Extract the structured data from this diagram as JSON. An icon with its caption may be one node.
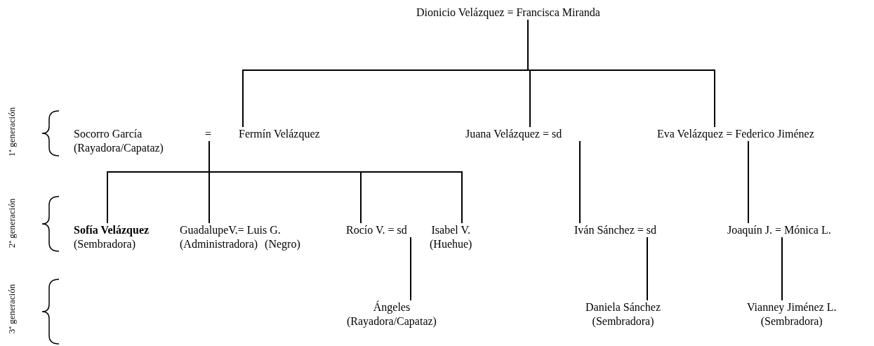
{
  "diagram": {
    "nodes": [
      {
        "text": [
          "Dionicio Velázquez = Francisca Miranda"
        ]
      },
      {
        "text": [
          "Socorro García",
          "(Rayadora/Capataz)"
        ]
      },
      {
        "text": [
          "="
        ]
      },
      {
        "text": [
          "Fermín Velázquez"
        ]
      },
      {
        "text": [
          "Juana Velázquez = sd"
        ]
      },
      {
        "text": [
          "Eva Velázquez = Federico Jiménez"
        ]
      },
      {
        "text": [
          "Sofía Velázquez",
          "(Sembradora)"
        ]
      },
      {
        "text": [
          "GuadalupeV.= Luis G.",
          "(Administradora)",
          "(Negro)"
        ]
      },
      {
        "text": [
          "Rocío V. = sd"
        ]
      },
      {
        "text": [
          "Isabel V.",
          "(Huehue)"
        ]
      },
      {
        "text": [
          "Iván Sánchez = sd"
        ]
      },
      {
        "text": [
          "Joaquín J. = Mónica L."
        ]
      },
      {
        "text": [
          "Ángeles",
          "(Rayadora/Capataz)"
        ]
      },
      {
        "text": [
          "Daniela Sánchez",
          "(Sembradora)"
        ]
      },
      {
        "text": [
          "Vianney Jiménez L.",
          "(Sembradora)"
        ]
      }
    ],
    "edges": [
      {
        "from": 0,
        "to": 3,
        "arrow": "none"
      },
      {
        "from": 0,
        "to": 4,
        "arrow": "none"
      },
      {
        "from": 0,
        "to": 5,
        "arrow": "none"
      },
      {
        "from": 2,
        "to": 6,
        "arrow": "none"
      },
      {
        "from": 2,
        "to": 7,
        "arrow": "none"
      },
      {
        "from": 2,
        "to": 8,
        "arrow": "none"
      },
      {
        "from": 2,
        "to": 9,
        "arrow": "none"
      },
      {
        "from": 4,
        "to": 10,
        "arrow": "none"
      },
      {
        "from": 5,
        "to": 11,
        "arrow": "none"
      },
      {
        "from": 8,
        "to": 12,
        "arrow": "none"
      },
      {
        "from": 10,
        "to": 13,
        "arrow": "none"
      },
      {
        "from": 11,
        "to": 14,
        "arrow": "none"
      }
    ],
    "labels": [
      "1ª generación",
      "2ª generación",
      "3ª generación"
    ]
  }
}
